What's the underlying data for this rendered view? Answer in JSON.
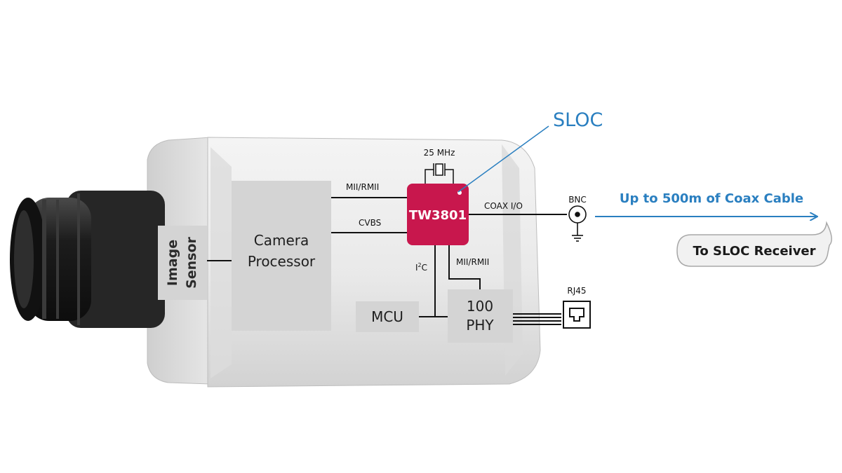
{
  "diagram": {
    "callout": "SLOC",
    "crystal_label": "25 MHz",
    "chip_label": "TW3801",
    "blocks": {
      "image_sensor": [
        "Image",
        "Sensor"
      ],
      "camera_processor": [
        "Camera",
        "Processor"
      ],
      "mcu": "MCU",
      "phy": [
        "100",
        "PHY"
      ]
    },
    "signals": {
      "mii_top": "MII/RMII",
      "cvbs": "CVBS",
      "coax": "COAX I/O",
      "i2c_main": "I",
      "i2c_sup": "2",
      "i2c_end": "C",
      "mii_bottom": "MII/RMII"
    },
    "connectors": {
      "bnc": "BNC",
      "rj45": "RJ45"
    },
    "link_text": "Up to 500m of Coax Cable",
    "receiver_text": "To SLOC Receiver"
  },
  "colors": {
    "chip": "#c8174d",
    "accent_blue": "#2a7fc0",
    "block_gray": "#d4d4d4",
    "camera_body": "#ececec"
  }
}
